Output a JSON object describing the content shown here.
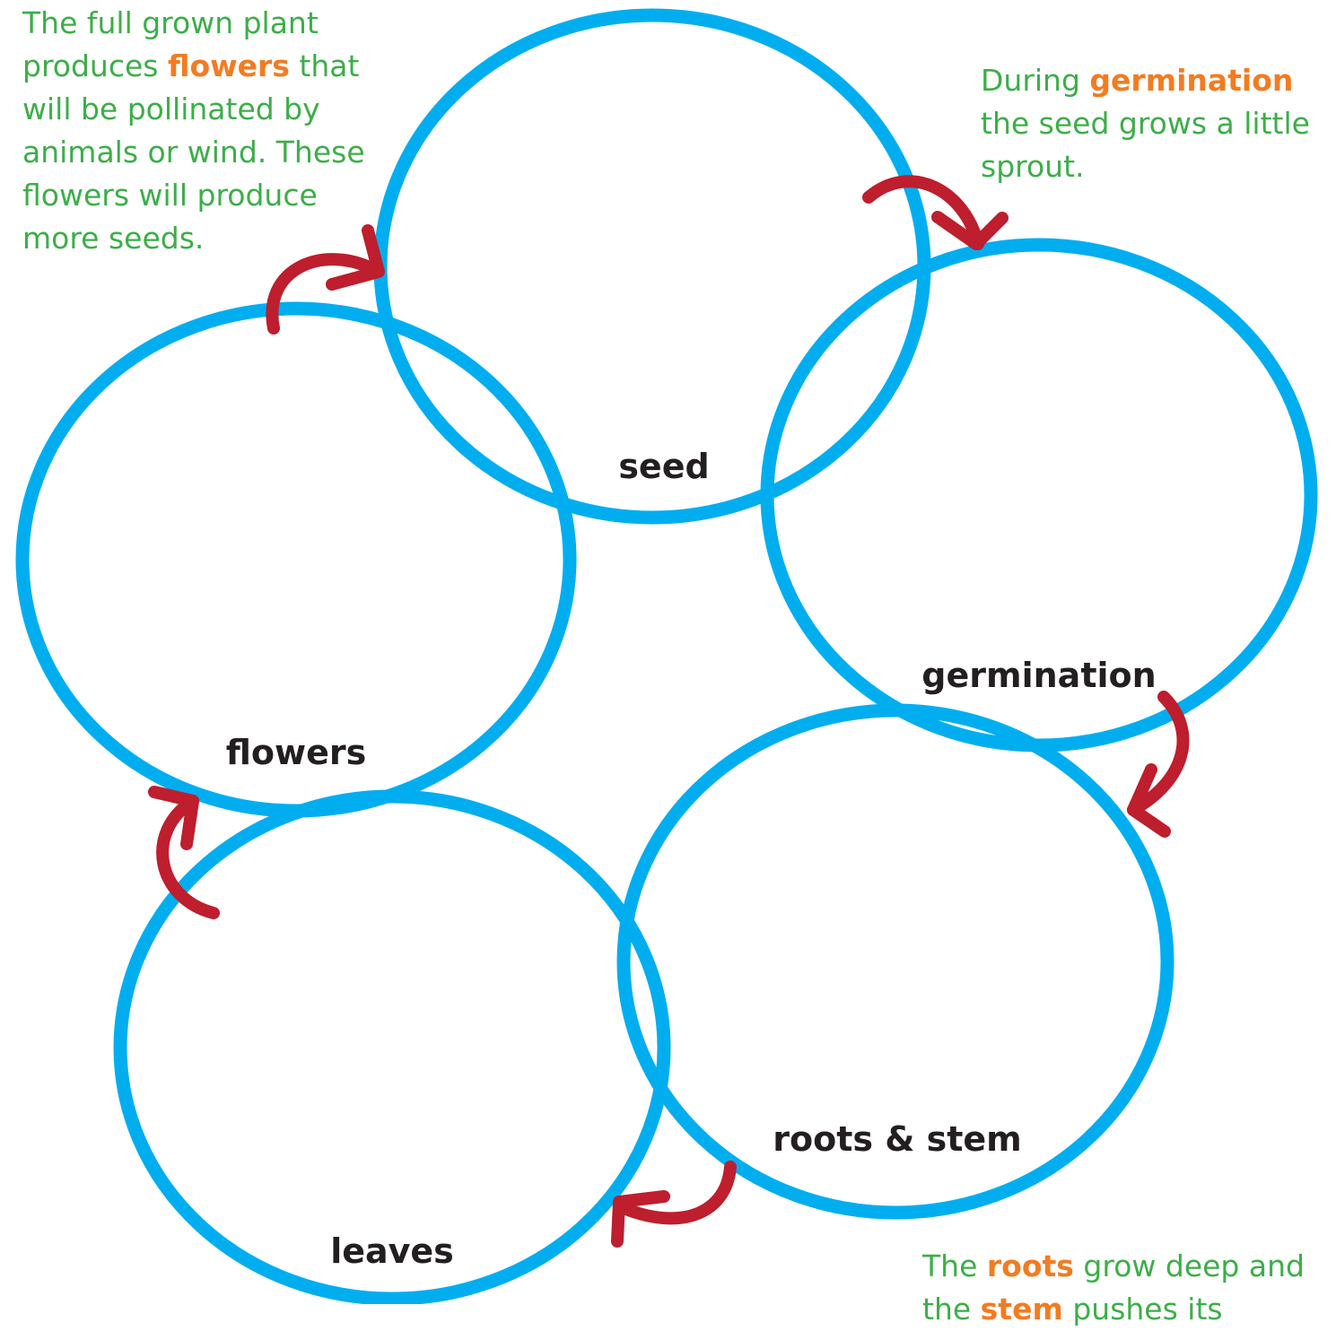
{
  "stages": {
    "seed": "seed",
    "germination": "germination",
    "roots_stem": "roots & stem",
    "leaves": "leaves",
    "flowers": "flowers"
  },
  "notes": {
    "flowers": {
      "before": "The full grown plant produces ",
      "keyword": "flowers",
      "after": " that will be pollinated by animals or wind. These flowers will produce more seeds."
    },
    "germination": {
      "before": "During ",
      "keyword": "germination",
      "after": " the seed grows a little sprout."
    },
    "roots": {
      "before": "The ",
      "keyword": "roots",
      "middle": " grow deep and the ",
      "keyword2": "stem",
      "after": " pushes its"
    }
  },
  "colors": {
    "circle_stroke": "#00aeef",
    "arrow": "#be1e2d",
    "note_text": "#3cae49",
    "keyword": "#f47b20",
    "label": "#231f20"
  },
  "icons": {
    "arrow": "curved-arrow-icon"
  }
}
